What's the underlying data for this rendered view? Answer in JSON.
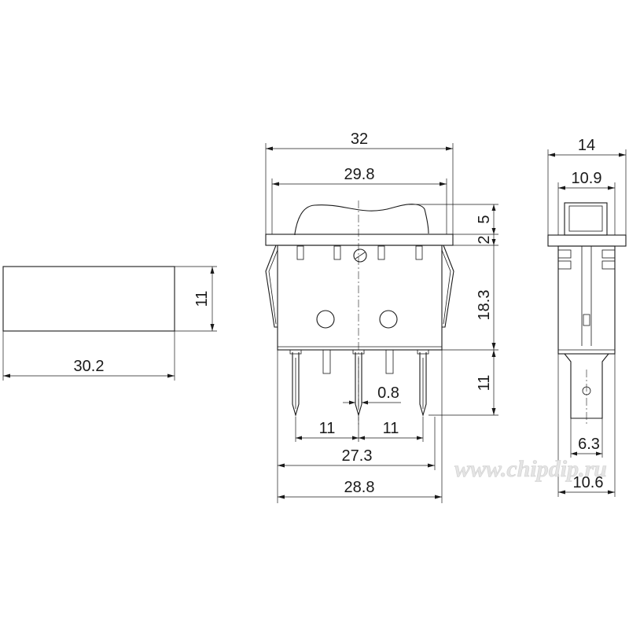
{
  "dimensions": {
    "front_view": {
      "width": "30.2",
      "height": "11"
    },
    "side_view": {
      "overall_width": "32",
      "frame_width": "29.8",
      "rocker_height": "5",
      "flange_thickness": "2",
      "body_height": "18.3",
      "pin_length": "11",
      "pin_thickness": "0.8",
      "pin_pitch_left": "11",
      "pin_pitch_right": "11",
      "pin_outer_span": "27.3",
      "body_width": "28.8"
    },
    "end_view": {
      "overall_depth": "14",
      "cap_width": "10.9",
      "terminal_width": "6.3",
      "body_depth": "10.6"
    }
  },
  "watermark": "www.chipdip.ru"
}
